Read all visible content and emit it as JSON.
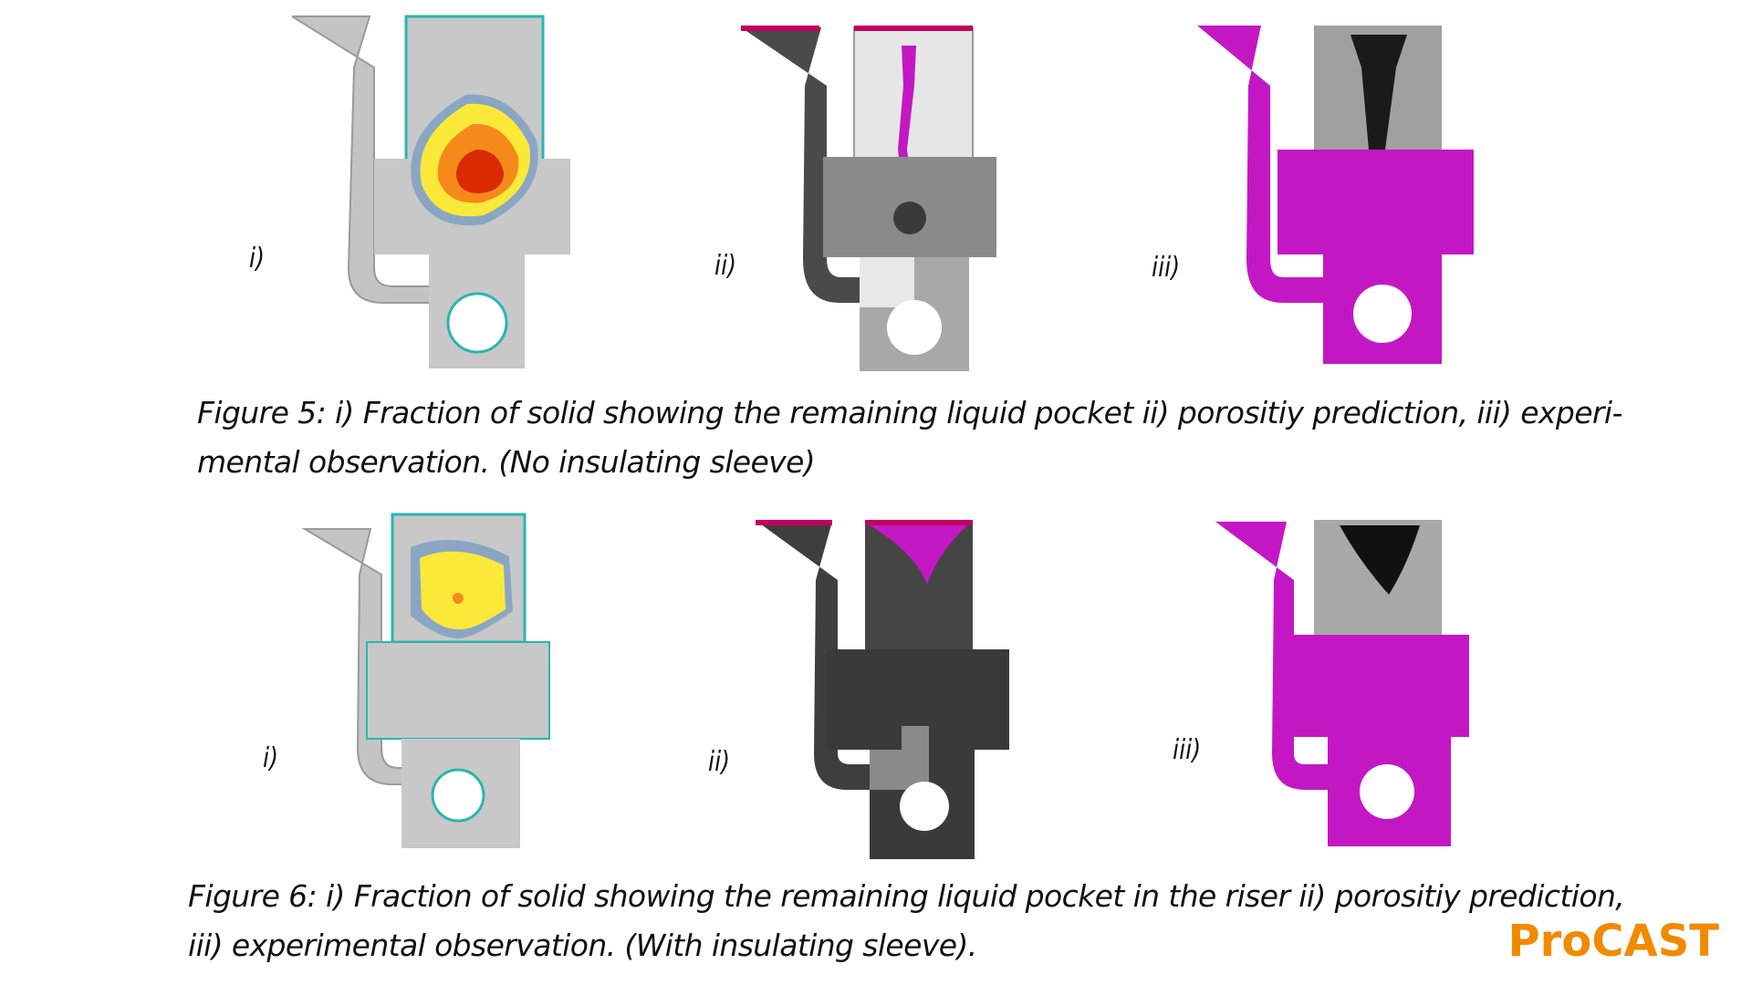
{
  "figure5": {
    "labels": [
      "i)",
      "ii)",
      "iii)"
    ],
    "caption_line1": "Figure 5: i) Fraction of solid showing the remaining liquid pocket ii) porositiy prediction, iii) experi-",
    "caption_line2": "mental observation. (No insulating sleeve)"
  },
  "figure6": {
    "labels": [
      "i)",
      "ii)",
      "iii)"
    ],
    "caption_line1": "Figure 6: i) Fraction of solid showing the remaining liquid pocket in the riser ii) porositiy prediction,",
    "caption_line2": "iii) experimental observation. (With insulating sleeve)."
  },
  "brand": {
    "text": "ProCAST",
    "color": "#f28a00"
  },
  "colors": {
    "casting_gray": "#c4c4c4",
    "dark_gray": "#4a4a4a",
    "porosity_magenta": "#c417c4",
    "edge_cyan": "#29b6b0",
    "hot_red": "#d92a00",
    "hot_orange": "#f58a1a",
    "hot_yellow": "#fbe93a"
  }
}
